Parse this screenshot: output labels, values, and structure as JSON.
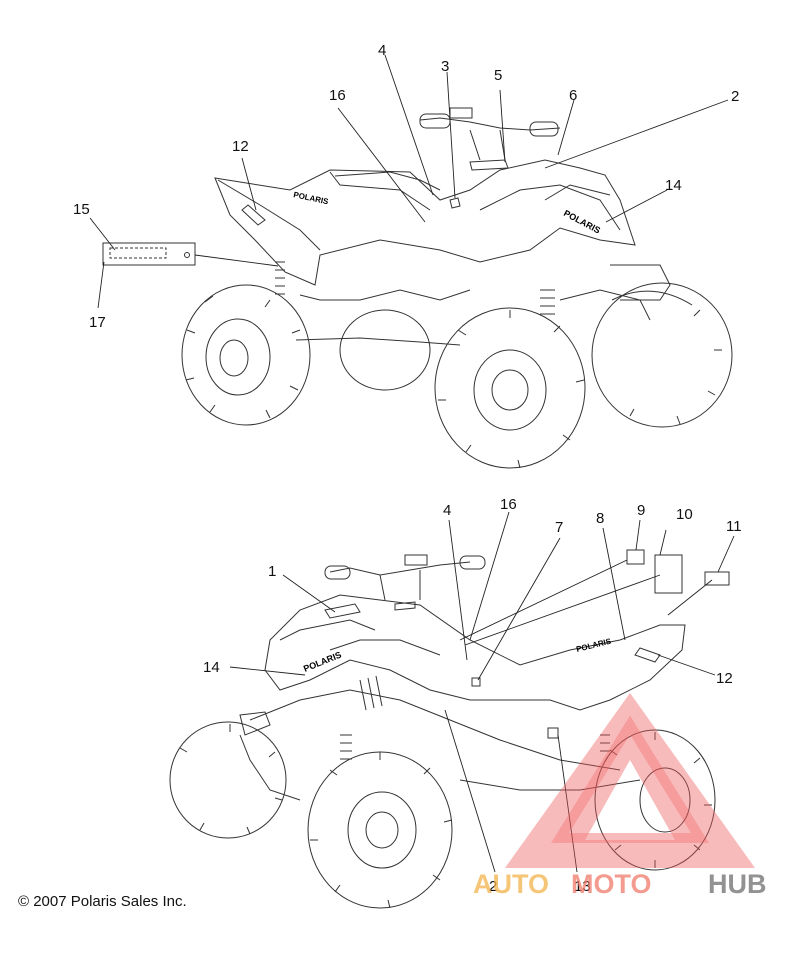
{
  "copyright": "© 2007 Polaris Sales Inc.",
  "watermark": {
    "part1": "AUTO",
    "part2": "MOTO",
    "part3": "HUB",
    "color1": "#f2b34a",
    "color2": "#f07a6a",
    "color3": "#6e6e6e"
  },
  "decal_text": "POLARIS",
  "callouts_top": [
    "4",
    "3",
    "5",
    "6",
    "2",
    "16",
    "12",
    "14",
    "15",
    "17"
  ],
  "callouts_bottom": [
    "4",
    "16",
    "7",
    "8",
    "9",
    "10",
    "11",
    "1",
    "14",
    "12",
    "2",
    "13"
  ]
}
